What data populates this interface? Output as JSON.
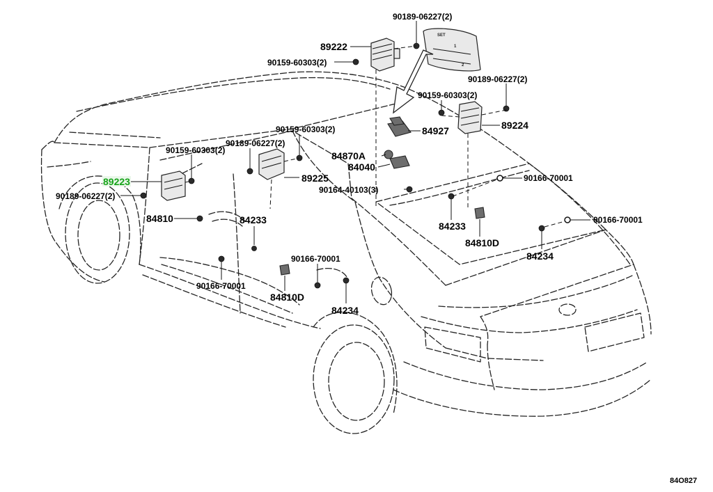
{
  "diagram_ref": "84O827",
  "callouts": {
    "c1": "90189-06227(2)",
    "c2": "89222",
    "c3": "90159-60303(2)",
    "c4": "90189-06227(2)",
    "c5": "90159-60303(2)",
    "c6": "89224",
    "c7": "84927",
    "c8": "90159-60303(2)",
    "c9": "90189-06227(2)",
    "c10": "90159-60303(2)",
    "c11": "84870A",
    "c12": "84040",
    "c13": "89225",
    "c14": "90164-40103(3)",
    "c15": "90166-70001",
    "c16": "89223",
    "c17": "90189-06227(2)",
    "c18": "84810",
    "c19": "84233",
    "c20": "84233",
    "c21": "84810D",
    "c22": "90166-70001",
    "c23": "84234",
    "c24": "90166-70001",
    "c25": "90166-70001",
    "c26": "84810D",
    "c27": "84234"
  },
  "switch_panel": {
    "set": "SET",
    "one": "1",
    "two": "2"
  },
  "highlighted_part": "89223",
  "colors": {
    "highlight": "#17a31a",
    "line": "#222222"
  }
}
